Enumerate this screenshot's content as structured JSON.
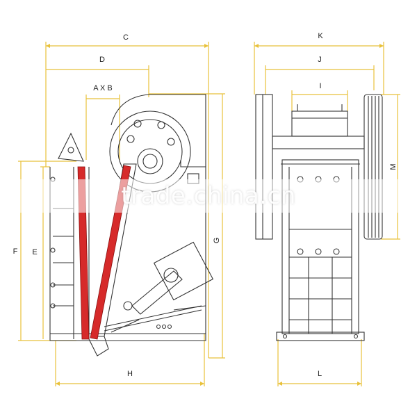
{
  "dimensions": {
    "C": "C",
    "D": "D",
    "AXB": "A X B",
    "F": "F",
    "E": "E",
    "G": "G",
    "H": "H",
    "K": "K",
    "J": "J",
    "I": "I",
    "M": "M",
    "L": "L"
  },
  "watermark": "trade.china.cn",
  "colors": {
    "dimension_line": "#e8c13a",
    "outline": "#333333",
    "jaw_plate": "#d62a2a"
  }
}
